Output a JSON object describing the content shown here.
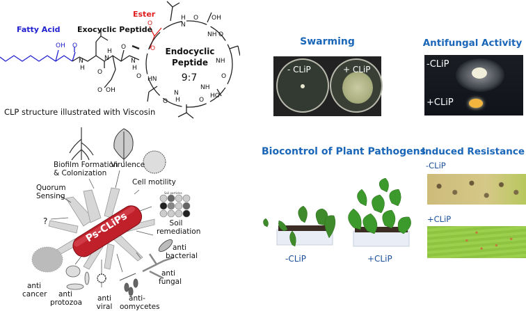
{
  "structure": {
    "fatty_acid_label": "Fatty Acid",
    "exocyclic_label": "Exocyclic Peptide",
    "ester_label": "Ester",
    "endocyclic_label_1": "Endocyclic",
    "endocyclic_label_2": "Peptide",
    "ratio_label": "9:7",
    "caption": "CLP structure illustrated with Viscosin",
    "atoms": {
      "oh": "OH",
      "o": "O",
      "nh": "NH",
      "h": "H",
      "n": "N",
      "hn": "HN",
      "ho": "HO"
    },
    "colors": {
      "fatty_acid": "#2020d0",
      "ester": "#e02020",
      "backbone": "#222222"
    }
  },
  "knife": {
    "center_label": "Ps-CLiPs",
    "center_color": "#c0202a",
    "functions": [
      {
        "id": "biofilm",
        "label_1": "Biofilm Formation",
        "label_2": "& Colonization"
      },
      {
        "id": "virulence",
        "label_1": "Virulence"
      },
      {
        "id": "cell-motility",
        "label_1": "Cell motility"
      },
      {
        "id": "quorum",
        "label_1": "Quorum",
        "label_2": "Sensing"
      },
      {
        "id": "soil",
        "label_1": "Soil",
        "label_2": "remediation",
        "inset_caption": "Soil particles"
      },
      {
        "id": "unknown",
        "label_1": "?"
      },
      {
        "id": "antibacterial",
        "label_1": "anti",
        "label_2": "bacterial"
      },
      {
        "id": "antifungal",
        "label_1": "anti",
        "label_2": "fungal"
      },
      {
        "id": "anticancer",
        "label_1": "anti",
        "label_2": "cancer"
      },
      {
        "id": "antiprotozoa",
        "label_1": "anti",
        "label_2": "protozoa"
      },
      {
        "id": "antiviral",
        "label_1": "anti",
        "label_2": "viral"
      },
      {
        "id": "antioomycetes",
        "label_1": "anti-",
        "label_2": "oomycetes"
      }
    ]
  },
  "panels": {
    "swarming": {
      "title": "Swarming",
      "minus": "- CLiP",
      "plus": "+ CLiP"
    },
    "antifungal": {
      "title": "Antifungal Activity",
      "minus": "-CLiP",
      "plus": "+CLiP"
    },
    "biocontrol": {
      "title": "Biocontrol of Plant Pathogens",
      "minus": "-CLiP",
      "plus": "+CLiP"
    },
    "resistance": {
      "title": "Induced Resistance",
      "minus": "-CLiP",
      "plus": "+CLiP"
    },
    "title_color": "#1a66b8"
  }
}
